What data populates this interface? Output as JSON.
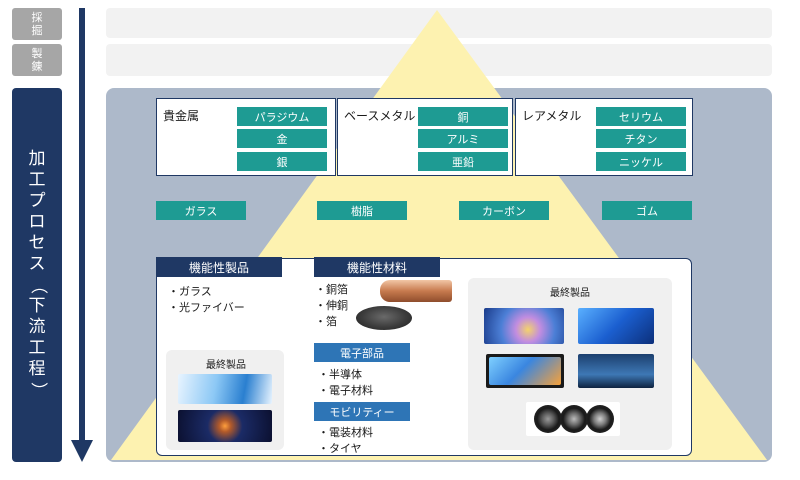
{
  "stages": {
    "mining": [
      "採",
      "掘"
    ],
    "refining": [
      "製",
      "錬"
    ],
    "processing": [
      "加",
      "工",
      "プ",
      "ロ",
      "セ",
      "ス",
      "（",
      "下",
      "流",
      "工",
      "程",
      "）"
    ]
  },
  "categories": [
    {
      "title": "貴金属",
      "items": [
        "パラジウム",
        "金",
        "銀"
      ]
    },
    {
      "title": "ベースメタル",
      "items": [
        "銅",
        "アルミ",
        "亜鉛"
      ]
    },
    {
      "title": "レアメタル",
      "items": [
        "セリウム",
        "チタン",
        "ニッケル"
      ]
    }
  ],
  "materials": [
    "ガラス",
    "樹脂",
    "カーボン",
    "ゴム"
  ],
  "functional_products": {
    "title": "機能性製品",
    "bullets": [
      "・ガラス",
      "・光ファイバー"
    ],
    "final_title": "最終製品"
  },
  "functional_materials": {
    "title": "機能性材料",
    "bullets": [
      "・銅箔",
      "・伸銅",
      "・箔"
    ],
    "electronics": {
      "title": "電子部品",
      "bullets": [
        "・半導体",
        "・電子材料"
      ]
    },
    "mobility": {
      "title": "モビリティー",
      "bullets": [
        "・電装材料",
        "・タイヤ"
      ]
    }
  },
  "final_products_right": {
    "title": "最終製品"
  },
  "colors": {
    "navy": "#1f3864",
    "teal": "#1e9b93",
    "blue": "#2e75b6",
    "pyramid": "#fdf2b0",
    "panel": "#adb9ca"
  }
}
